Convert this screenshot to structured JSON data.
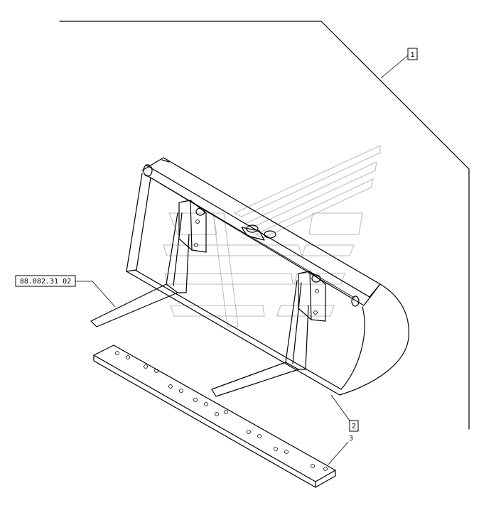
{
  "callouts": {
    "item1": "1",
    "item2": "2",
    "item3": "3",
    "reference": "88.082.31 02"
  },
  "colors": {
    "line": "#000000",
    "watermark": "#b8b8b8",
    "background": "#ffffff"
  },
  "icons": {
    "watermark": "stylized-logo-watermark"
  }
}
